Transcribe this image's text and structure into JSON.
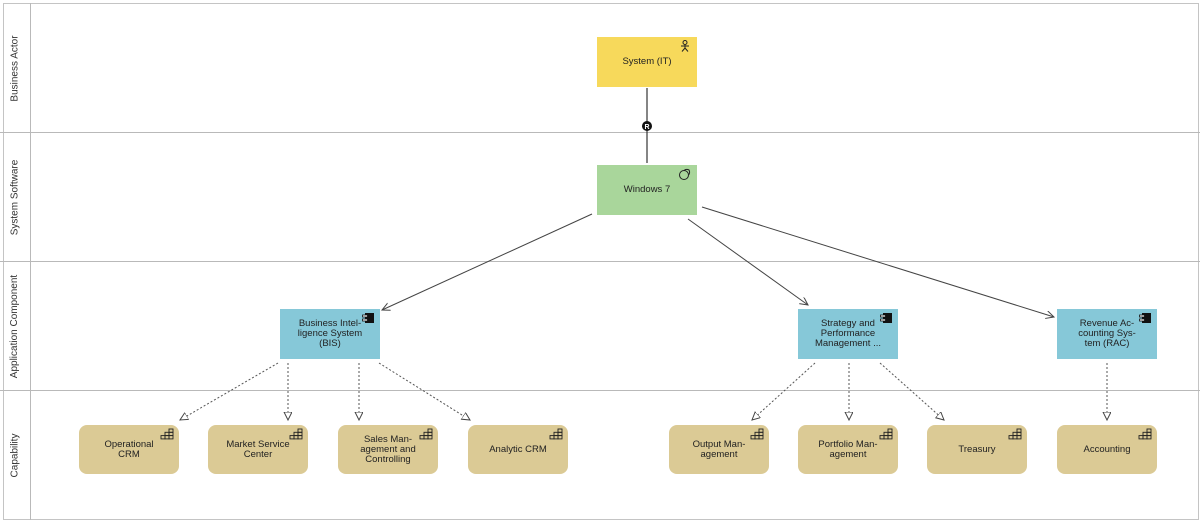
{
  "lanes": [
    "Business Actor",
    "System Software",
    "Application Component",
    "Capability"
  ],
  "nodes": {
    "actor": {
      "label": "System (IT)",
      "color": "#f7d95b",
      "icon": "actor-icon"
    },
    "software": {
      "label": "Windows 7",
      "color": "#a9d69b",
      "icon": "system-software-icon"
    },
    "bis": {
      "label": "Business Intel-\nligence System\n(BIS)",
      "color": "#86c8d8",
      "icon": "component-icon"
    },
    "spm": {
      "label": "Strategy and\nPerformance\nManagement ...",
      "color": "#86c8d8",
      "icon": "component-icon"
    },
    "rac": {
      "label": "Revenue Ac-\ncounting Sys-\ntem (RAC)",
      "color": "#86c8d8",
      "icon": "component-icon"
    },
    "cap_ocrm": {
      "label": "Operational\nCRM",
      "color": "#dbca95",
      "icon": "capability-icon"
    },
    "cap_msc": {
      "label": "Market Service\nCenter",
      "color": "#dbca95",
      "icon": "capability-icon"
    },
    "cap_smc": {
      "label": "Sales Man-\nagement and\nControlling",
      "color": "#dbca95",
      "icon": "capability-icon"
    },
    "cap_acrm": {
      "label": "Analytic CRM",
      "color": "#dbca95",
      "icon": "capability-icon"
    },
    "cap_om": {
      "label": "Output Man-\nagement",
      "color": "#dbca95",
      "icon": "capability-icon"
    },
    "cap_pm": {
      "label": "Portfolio Man-\nagement",
      "color": "#dbca95",
      "icon": "capability-icon"
    },
    "cap_tr": {
      "label": "Treasury",
      "color": "#dbca95",
      "icon": "capability-icon"
    },
    "cap_acc": {
      "label": "Accounting",
      "color": "#dbca95",
      "icon": "capability-icon"
    }
  },
  "relation_badge": "R"
}
